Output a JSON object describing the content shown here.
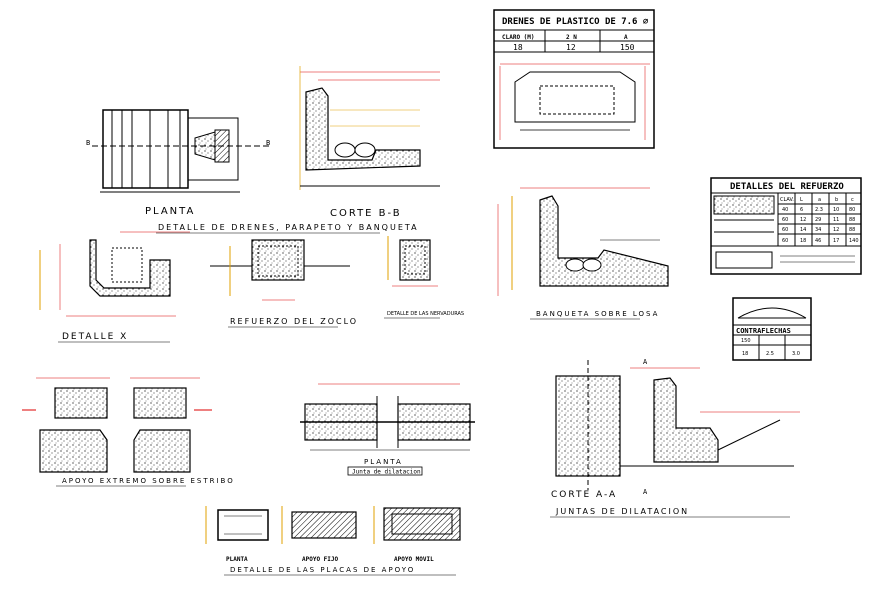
{
  "titles": {
    "planta_top": "PLANTA",
    "corte_bb": "CORTE B-B",
    "detalle_drenes": "DETALLE DE DRENES, PARAPETO Y BANQUETA",
    "detalle_x": "DETALLE X",
    "refuerzo_zoclo": "REFUERZO DEL ZOCLO",
    "detalle_nervaduras": "DETALLE DE LAS NERVADURAS",
    "banqueta_losa": "BANQUETA SOBRE LOSA",
    "apoyo_extremo": "APOYO EXTREMO SOBRE ESTRIBO",
    "planta_junta": "PLANTA",
    "junta_dilatacion": "Junta de dilatacion",
    "corte_aa": "CORTE A-A",
    "juntas_dilatacion": "JUNTAS DE DILATACION",
    "planta_placa": "PLANTA",
    "apoyo_fijo": "APOYO FIJO",
    "apoyo_movil": "APOYO MOVIL",
    "detalle_placas": "DETALLE DE LAS PLACAS DE APOYO",
    "mark_b": "B",
    "mark_a": "A"
  },
  "drenes_table": {
    "title": "DRENES DE PLASTICO DE 7.6 ⌀",
    "headers": [
      "CLARO (M)",
      "2 N",
      "A"
    ],
    "row": [
      "18",
      "12",
      "150"
    ]
  },
  "refuerzo_table": {
    "title": "DETALLES DEL REFUERZO",
    "headers": [
      "CLAV.",
      "L",
      "a",
      "b",
      "c"
    ],
    "rows": [
      [
        "40",
        "6",
        "2.3",
        "10",
        "80"
      ],
      [
        "60",
        "12",
        "29",
        "11",
        "88"
      ],
      [
        "60",
        "14",
        "34",
        "12",
        "88"
      ],
      [
        "60",
        "18",
        "46",
        "17",
        "140"
      ]
    ]
  },
  "contraflechas_table": {
    "title": "CONTRAFLECHAS",
    "headers": [
      "",
      "",
      ""
    ],
    "rows": [
      [
        "150",
        "",
        ""
      ],
      [
        "18",
        "2.5",
        "3.0"
      ]
    ]
  },
  "colors": {
    "ink": "#000000",
    "dim": "#ff0000",
    "note": "#e0a000"
  }
}
